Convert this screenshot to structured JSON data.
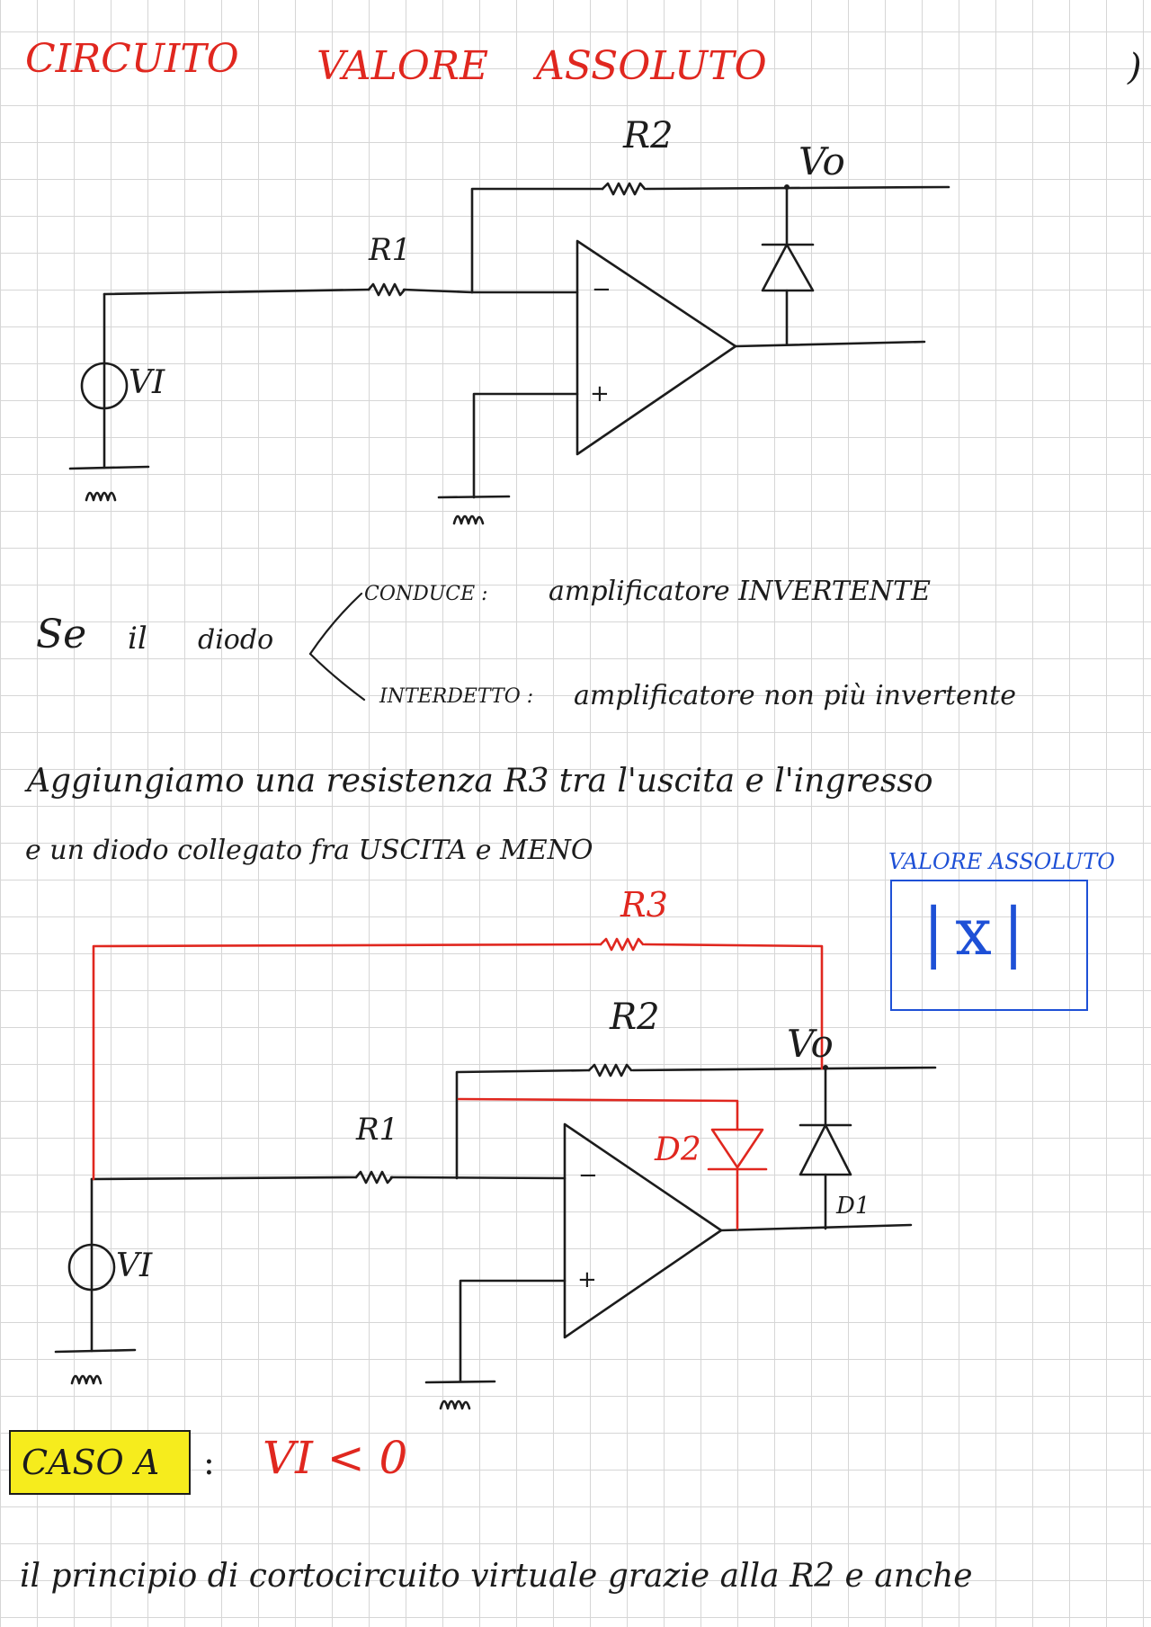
{
  "title": {
    "w1": "CIRCUITO",
    "w2": "VALORE",
    "w3": "ASSOLUTO",
    "corner": ")"
  },
  "circuit1": {
    "r1": "R1",
    "r2": "R2",
    "vo": "Vo",
    "vi": "VI",
    "minus": "−",
    "plus": "+"
  },
  "notes": {
    "se": "Se",
    "il": "il",
    "diodo": "diodo",
    "conduce_label": "CONDUCE :",
    "conduce_value": "amplificatore INVERTENTE",
    "interdetto_label": "INTERDETTO :",
    "interdetto_value": "amplificatore non più invertente",
    "line1": "Aggiungiamo una resistenza R3 tra l'uscita e l'ingresso",
    "line2": "e un diodo collegato fra USCITA e MENO"
  },
  "abs_box": {
    "label": "VALORE ASSOLUTO",
    "formula": "|x|"
  },
  "circuit2": {
    "r1": "R1",
    "r2": "R2",
    "r3": "R3",
    "vo": "Vo",
    "vi": "VI",
    "d1": "D1",
    "d2": "D2",
    "minus": "−",
    "plus": "+"
  },
  "caso": {
    "label": "CASO A",
    "colon": ":",
    "condition": "VI < 0"
  },
  "bottom_text": "il principio di cortocircuito virtuale grazie alla R2 e anche",
  "colors": {
    "ink": "#1c1c1c",
    "red": "#e0271f",
    "blue": "#1e50d6",
    "highlight": "#f6ec1d"
  }
}
